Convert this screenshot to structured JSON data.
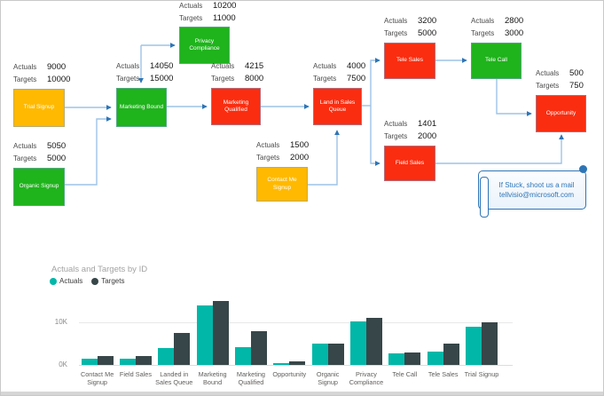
{
  "flowchart": {
    "labels": {
      "actuals": "Actuals",
      "targets": "Targets"
    },
    "colors": {
      "green": "#1fb31c",
      "orange": "#ffb900",
      "red": "#fa2d10",
      "connector_line": "#9dc3e6",
      "connector_arrow": "#2e75b6"
    },
    "nodes": [
      {
        "id": "trial-signup",
        "label": "Trial Signup",
        "actuals": "9000",
        "targets": "10000",
        "color": "#ffb900"
      },
      {
        "id": "organic-signup",
        "label": "Organic Signup",
        "actuals": "5050",
        "targets": "5000",
        "color": "#1fb31c"
      },
      {
        "id": "marketing-bound",
        "label": "Marketing Bound",
        "actuals": "14050",
        "targets": "15000",
        "color": "#1fb31c"
      },
      {
        "id": "privacy-compliance",
        "label": "Privacy Compliance",
        "actuals": "10200",
        "targets": "11000",
        "color": "#1fb31c"
      },
      {
        "id": "marketing-qualified",
        "label": "Marketing Qualified",
        "actuals": "4215",
        "targets": "8000",
        "color": "#fa2d10"
      },
      {
        "id": "land-in-sales-queue",
        "label": "Land in Sales Queue",
        "actuals": "4000",
        "targets": "7500",
        "color": "#fa2d10"
      },
      {
        "id": "contact-me-signup",
        "label": "Contact Me Signup",
        "actuals": "1500",
        "targets": "2000",
        "color": "#ffb900"
      },
      {
        "id": "tele-sales",
        "label": "Tele Sales",
        "actuals": "3200",
        "targets": "5000",
        "color": "#fa2d10"
      },
      {
        "id": "field-sales",
        "label": "Field Sales",
        "actuals": "1401",
        "targets": "2000",
        "color": "#fa2d10"
      },
      {
        "id": "tele-call",
        "label": "Tele Call",
        "actuals": "2800",
        "targets": "3000",
        "color": "#1fb31c"
      },
      {
        "id": "opportunity",
        "label": "Opportunity",
        "actuals": "500",
        "targets": "750",
        "color": "#fa2d10"
      }
    ],
    "note": {
      "line1": "If Stuck, shoot us a mail",
      "line2": "tellvisio@microsoft.com"
    }
  },
  "chart": {
    "title": "Actuals and Targets by ID",
    "y_ticks": [
      "10K",
      "0K"
    ]
  },
  "chart_data": {
    "type": "bar",
    "title": "Actuals and Targets by ID",
    "categories": [
      "Contact Me Signup",
      "Field Sales",
      "Landed in Sales Queue",
      "Marketing Bound",
      "Marketing Qualified",
      "Opportunity",
      "Organic Signup",
      "Privacy Compliance",
      "Tele Call",
      "Tele Sales",
      "Trial Signup"
    ],
    "series": [
      {
        "name": "Actuals",
        "color": "#00b7a8",
        "values": [
          1500,
          1401,
          4000,
          14050,
          4215,
          500,
          5050,
          10200,
          2800,
          3200,
          9000
        ]
      },
      {
        "name": "Targets",
        "color": "#374649",
        "values": [
          2000,
          2000,
          7500,
          15000,
          8000,
          750,
          5000,
          11000,
          3000,
          5000,
          10000
        ]
      }
    ],
    "ylim": [
      0,
      15000
    ],
    "y_tick_labels": [
      "0K",
      "10K"
    ],
    "legend_position": "top-left",
    "grid": "horizontal"
  }
}
